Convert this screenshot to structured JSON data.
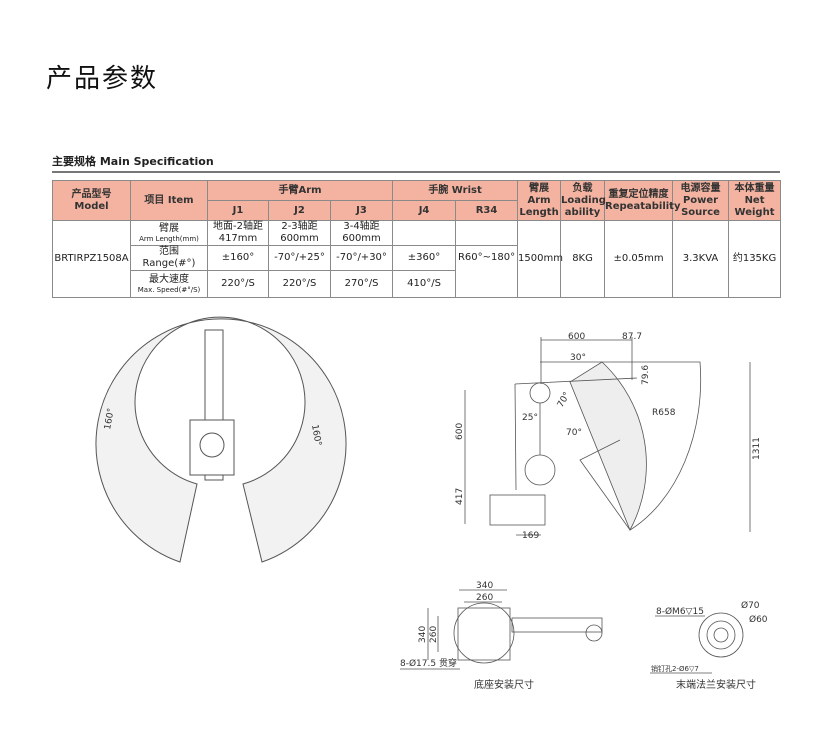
{
  "title": "产品参数",
  "section": "主要规格   Main Specification",
  "table": {
    "h_model": "产品型号",
    "h_model_en": "Model",
    "h_item": "项目 Item",
    "h_arm": "手臂Arm",
    "h_wrist": "手腕 Wrist",
    "h_j1": "J1",
    "h_j2": "J2",
    "h_j3": "J3",
    "h_j4": "J4",
    "h_r34": "R34",
    "h_len": "臂展",
    "h_len_en": "Arm Length",
    "h_load": "负载",
    "h_load_en": "Loading ability",
    "h_rep": "重复定位精度",
    "h_rep_en": "Repeatability",
    "h_pow": "电源容量",
    "h_pow_en": "Power Source",
    "h_wt": "本体重量",
    "h_wt_en": "Net Weight",
    "model": "BRTIRPZ1508A",
    "r1_label": "臂展",
    "r1_label_en": "Arm Length(mm)",
    "r1_j1a": "地面-2轴距",
    "r1_j1b": "417mm",
    "r1_j2a": "2-3轴距",
    "r1_j2b": "600mm",
    "r1_j3a": "3-4轴距",
    "r1_j3b": "600mm",
    "r2_label": "范围",
    "r2_label_en": "Range(#°)",
    "r2_j1": "±160°",
    "r2_j2": "-70°/+25°",
    "r2_j3": "-70°/+30°",
    "r2_j4": "±360°",
    "r2_r34": "R60°~180°",
    "r3_label": "最大速度",
    "r3_label_en": "Max. Speed(#°/S)",
    "r3_j1": "220°/S",
    "r3_j2": "220°/S",
    "r3_j3": "270°/S",
    "r3_j4": "410°/S",
    "arm_length": "1500mm",
    "load": "8KG",
    "rep": "±0.05mm",
    "power": "3.3KVA",
    "weight": "约135KG"
  },
  "top_view": {
    "angle_left": "160°",
    "angle_right": "160°"
  },
  "side_view": {
    "d600": "600",
    "d87": "87.7",
    "a30": "30°",
    "d79": "79.6",
    "a70a": "70°",
    "a25": "25°",
    "a70b": "70°",
    "r658": "R658",
    "v600": "600",
    "v417": "417",
    "d1311": "1311",
    "d169": "169"
  },
  "base": {
    "d340h": "340",
    "d260h": "260",
    "d340v": "340",
    "d260v": "260",
    "holes": "8-Ø17.5 贯穿",
    "caption": "底座安装尺寸"
  },
  "flange": {
    "holes": "8-ØM6▽15",
    "d70": "Ø70",
    "d60": "Ø60",
    "pin": "销钉孔2-Ø6▽7",
    "caption": "末端法兰安装尺寸"
  }
}
